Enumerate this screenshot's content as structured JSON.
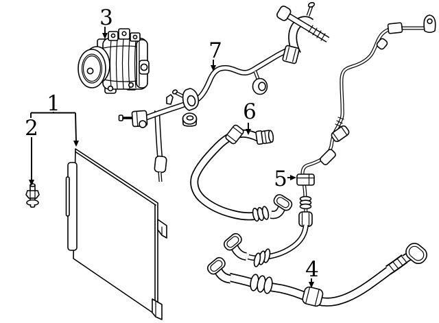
{
  "diagram": {
    "background_color": "#ffffff",
    "line_color": "#000000",
    "callouts": [
      {
        "number": "1"
      },
      {
        "number": "2"
      },
      {
        "number": "3"
      },
      {
        "number": "4"
      },
      {
        "number": "5"
      },
      {
        "number": "6"
      },
      {
        "number": "7"
      }
    ]
  }
}
